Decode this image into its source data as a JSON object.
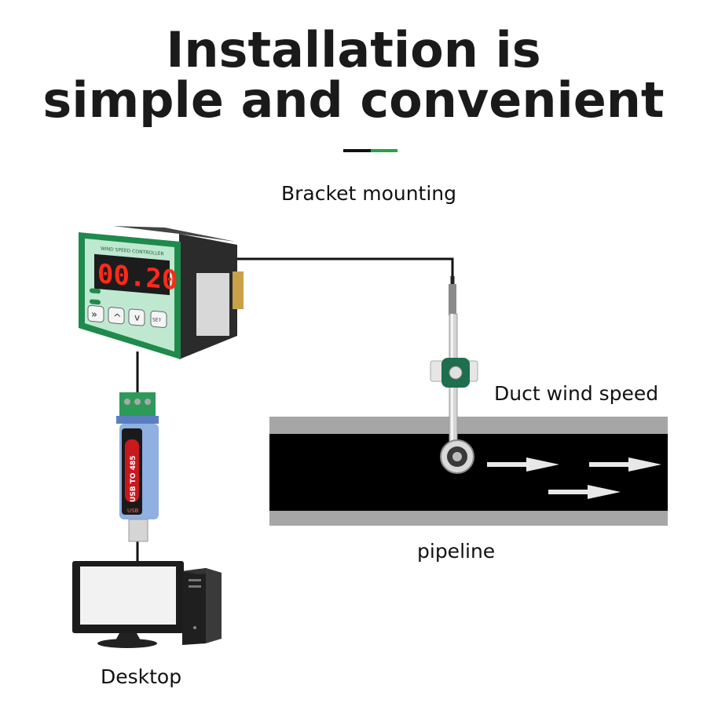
{
  "title": {
    "line1": "Installation is",
    "line2": "simple and convenient"
  },
  "labels": {
    "bracket": "Bracket mounting",
    "duct": "Duct wind speed",
    "pipeline": "pipeline",
    "desktop": "Desktop"
  },
  "controller": {
    "display": "00.20",
    "header": "WIND SPEED CONTROLLER",
    "buttons": [
      "»",
      "^",
      "v",
      "SET"
    ]
  },
  "usb_adapter": {
    "label": "USB TO 485",
    "port": "USB"
  },
  "colors": {
    "accent_green": "#21a34a",
    "display_red": "#ff2a1a",
    "duct_black": "#000000",
    "duct_wall": "#a6a6a6"
  }
}
